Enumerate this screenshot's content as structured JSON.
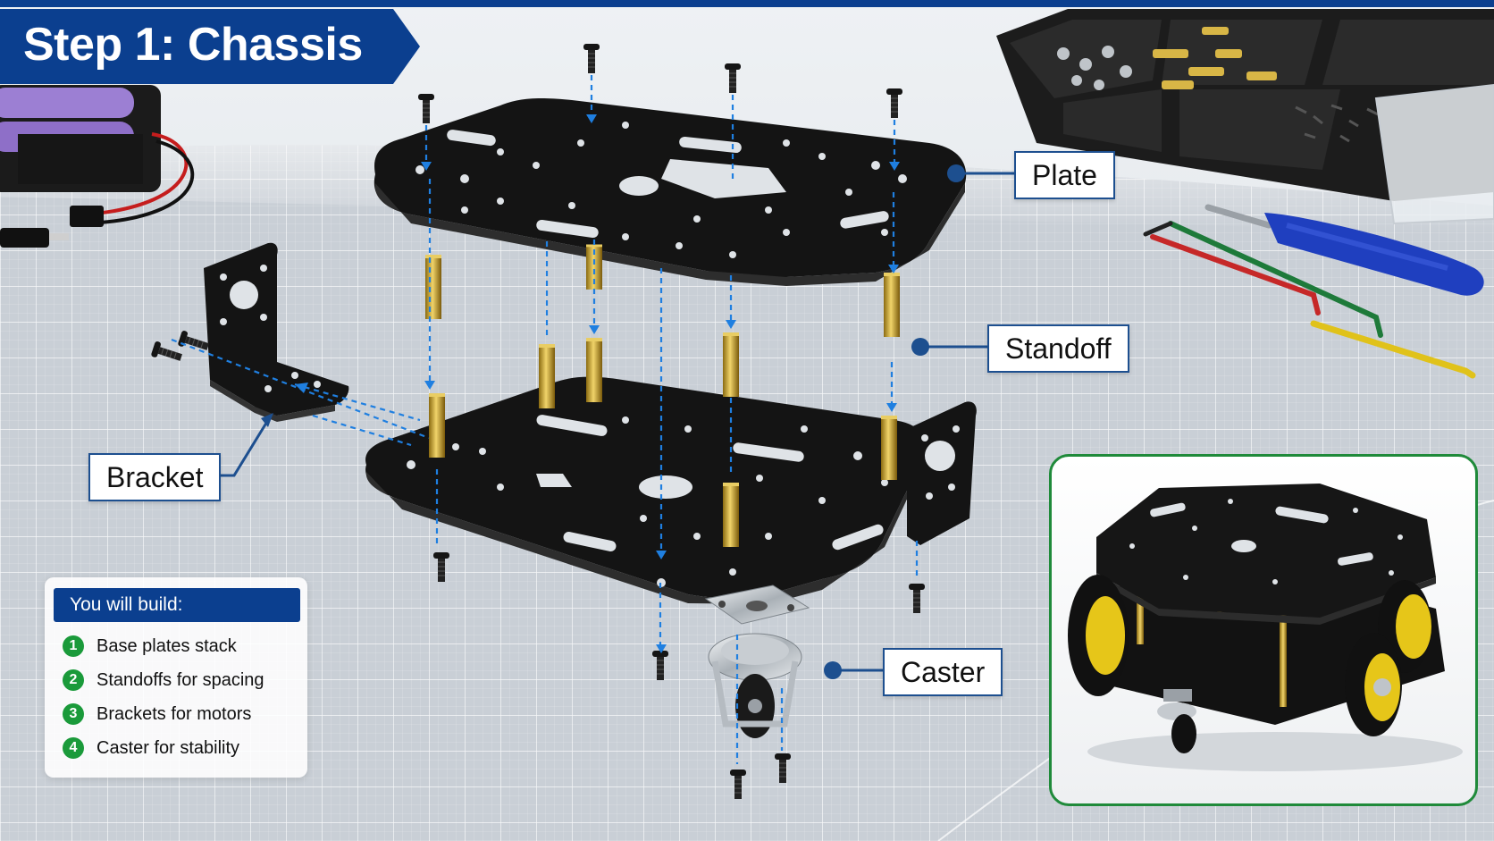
{
  "title": "Step 1: Chassis",
  "labels": {
    "plate": "Plate",
    "standoff": "Standoff",
    "bracket": "Bracket",
    "caster": "Caster"
  },
  "legend": {
    "heading": "You will build:",
    "items": [
      {
        "num": "1",
        "text": "Base plates stack"
      },
      {
        "num": "2",
        "text": "Standoffs for spacing"
      },
      {
        "num": "3",
        "text": "Brackets for motors"
      },
      {
        "num": "4",
        "text": "Caster for stability"
      }
    ]
  },
  "colors": {
    "brand": "#0b3f8f",
    "accent_green": "#1a9a3a",
    "guide_blue": "#1f7fe0",
    "plate": "#141414",
    "brass": "#c9a227"
  },
  "icons": [
    "battery-pack-icon",
    "screw-organizer-icon",
    "screwdriver-icon",
    "hex-key-icon",
    "caster-wheel-icon",
    "motor-bracket-icon"
  ]
}
